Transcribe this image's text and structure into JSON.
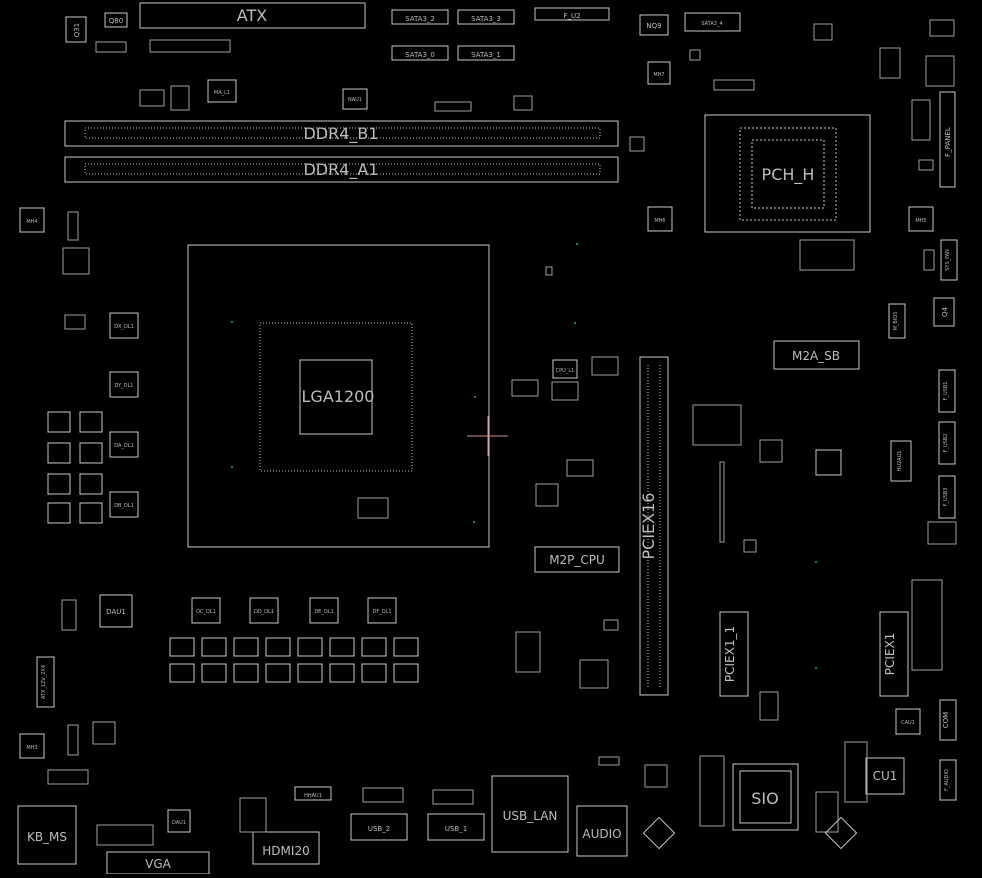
{
  "connectors": {
    "atx": "ATX",
    "q80": "Q80",
    "q31": "Q31",
    "sata3_2": "SATA3_2",
    "sata3_3": "SATA3_3",
    "sata3_0": "SATA3_0",
    "sata3_1": "SATA3_1",
    "f_uk": "F_U2",
    "nq9": "NQ9",
    "sata3_4": "SATA3_4",
    "mh7": "MH7",
    "ma_l1": "MA_L1",
    "nau1": "NAU1",
    "ddr4_b1": "DDR4_B1",
    "ddr4_a1": "DDR4_A1",
    "pch": "PCH_H",
    "f_panel": "F_PANEL",
    "mh4": "MH4",
    "mh6": "MH6",
    "mh5": "MH5",
    "sys_fan": "SYS_FAN",
    "lga": "LGA1200",
    "q4": "Q4",
    "m_bios": "M_BIOS",
    "m2a_sb": "M2A_SB",
    "f_usb1": "F_USB1",
    "f_usb2": "F_USB2",
    "f_usb3": "F_USB3",
    "hu2au1": "HU2AU1",
    "pciex16": "PCIEX16",
    "m2p_cpu": "M2P_CPU",
    "pciex1_1": "PCIEX1_1",
    "pciex1": "PCIEX1",
    "cpu_l1": "CPU_L1",
    "cau1": "CAU1",
    "com": "COM",
    "dau1": "DAU1",
    "atx_12v": "ATX_12V_2X4",
    "mh3": "MH3",
    "sio": "SIO",
    "cu1": "CU1",
    "f_audio": "F_AUDIO",
    "kb_ms": "KB_MS",
    "dvi": "DAU1",
    "hhau1": "HHAU1",
    "hdmi": "HDMI20",
    "usb2": "USB_2",
    "usb1": "USB_1",
    "usb_lan": "USB_LAN",
    "audio": "AUDIO",
    "vga": "VGA",
    "chokes_left": [
      "DX_DL1",
      "DY_DL1",
      "DA_DL1",
      "DB_DL1"
    ],
    "chokes_bottom": [
      "DC_DL1",
      "DD_DL1",
      "DE_DL1",
      "DF_DL1"
    ]
  },
  "colors": {
    "background": "#000000",
    "trace": "#c8c8c8",
    "marker": "#d09090",
    "accent": "#2fa0a0"
  }
}
